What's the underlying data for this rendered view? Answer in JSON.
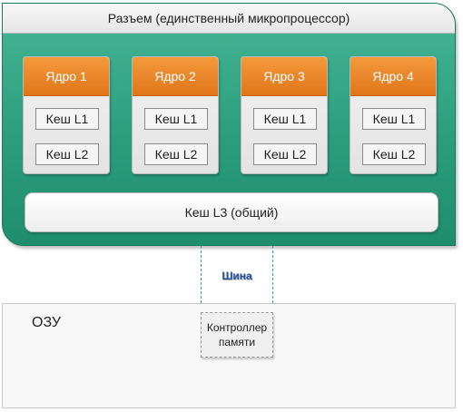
{
  "socket": {
    "title": "Разъем (единственный микропроцессор)"
  },
  "cores": [
    {
      "title": "Ядро 1",
      "l1": "Кеш L1",
      "l2": "Кеш L2"
    },
    {
      "title": "Ядро 2",
      "l1": "Кеш L1",
      "l2": "Кеш L2"
    },
    {
      "title": "Ядро 3",
      "l1": "Кеш L1",
      "l2": "Кеш L2"
    },
    {
      "title": "Ядро 4",
      "l1": "Кеш L1",
      "l2": "Кеш L2"
    }
  ],
  "l3": {
    "label": "Кеш L3 (общий)"
  },
  "bus": {
    "label": "Шина"
  },
  "ram": {
    "label": "ОЗУ",
    "controller": "Контроллер\nпамяти"
  },
  "colors": {
    "socket_green": "#2a9c7a",
    "core_orange": "#e0761a",
    "bus_blue": "#1f4e9a"
  }
}
